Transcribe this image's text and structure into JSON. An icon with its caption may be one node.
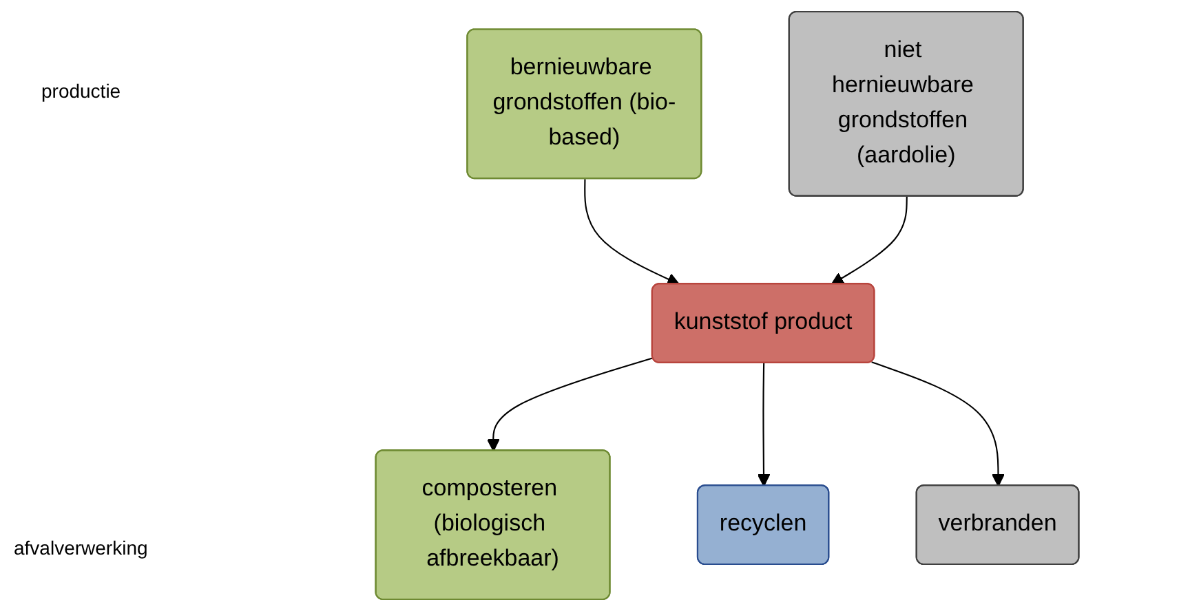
{
  "diagram": {
    "nodes": [
      {
        "text": [
          "bernieuwbare grondstoffen (bio-based)"
        ]
      },
      {
        "text": [
          "niet hernieuwbare grondstoffen (aardolie)"
        ]
      },
      {
        "text": [
          "kunststof product"
        ]
      },
      {
        "text": [
          "composteren (biologisch afbreekbaar)"
        ]
      },
      {
        "text": [
          "recyclen"
        ]
      },
      {
        "text": [
          "verbranden"
        ]
      }
    ],
    "edges": [
      {
        "from": 0,
        "to": 2,
        "arrow": "to"
      },
      {
        "from": 1,
        "to": 2,
        "arrow": "to"
      },
      {
        "from": 2,
        "to": 3,
        "arrow": "to"
      },
      {
        "from": 2,
        "to": 4,
        "arrow": "to"
      },
      {
        "from": 2,
        "to": 5,
        "arrow": "to"
      }
    ],
    "labels": [
      "productie",
      "afvalverwerking"
    ]
  }
}
